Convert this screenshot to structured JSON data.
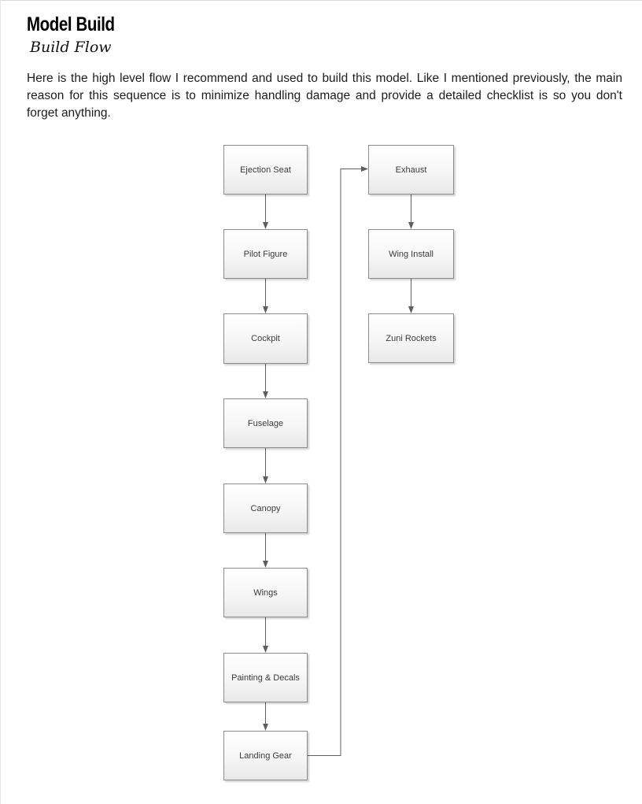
{
  "page": {
    "title": "Model Build",
    "subtitle": "Build Flow",
    "paragraph": "Here is the high level flow I recommend and used to build this model. Like I mentioned previously, the main reason for this sequence is to minimize handling damage and provide a detailed checklist is so you don't forget anything."
  },
  "flow": {
    "left_column": [
      {
        "label": "Ejection Seat"
      },
      {
        "label": "Pilot Figure"
      },
      {
        "label": "Cockpit"
      },
      {
        "label": "Fuselage"
      },
      {
        "label": "Canopy"
      },
      {
        "label": "Wings"
      },
      {
        "label": "Painting & Decals"
      },
      {
        "label": "Landing Gear"
      }
    ],
    "right_column": [
      {
        "label": "Exhaust"
      },
      {
        "label": "Wing Install"
      },
      {
        "label": "Zuni Rockets"
      }
    ],
    "colors": {
      "box_border": "#8c8c8c",
      "box_fill_top": "#ffffff",
      "box_fill_bottom": "#e8e8e8",
      "connector": "#5e5e5e",
      "label_text": "#3a3a3a"
    }
  }
}
